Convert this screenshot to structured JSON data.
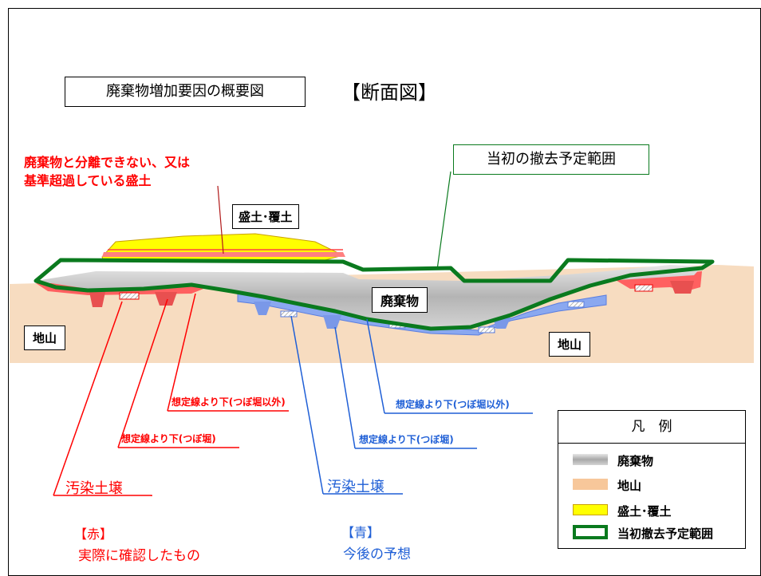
{
  "title_box": "廃棄物増加要因の概要図",
  "section_title": "【断面図】",
  "callout_red": [
    "廃棄物と分離できない、又は",
    "基準超過している盛土"
  ],
  "callout_green": "当初の撤去予定範囲",
  "labels": {
    "fill": "盛土･覆土",
    "waste": "廃棄物",
    "ground_left": "地山",
    "ground_right": "地山"
  },
  "red_annotations": {
    "pit_other": "想定線より下(つぼ堀以外)",
    "pit": "想定線より下(つぼ堀)",
    "soil": "汚染土壌",
    "note_bracket": "【赤】",
    "note_text": "実際に確認したもの"
  },
  "blue_annotations": {
    "pit_other": "想定線より下(つぼ堀以外)",
    "pit": "想定線より下(つぼ堀)",
    "soil": "汚染土壌",
    "note_bracket": "【青】",
    "note_text": "今後の予想"
  },
  "legend": {
    "title": "凡　例",
    "items": [
      {
        "label": "廃棄物",
        "swatch": "gray"
      },
      {
        "label": "地山",
        "swatch": "tan"
      },
      {
        "label": "盛土･覆土",
        "swatch": "yellow"
      },
      {
        "label": "当初撤去予定範囲",
        "swatch": "green-outline"
      }
    ]
  },
  "colors": {
    "red": "#ff0000",
    "blue": "#1f5fd6",
    "green": "#0a7a1e",
    "ground": "#f7dcc0",
    "yellow": "#ffff00"
  }
}
